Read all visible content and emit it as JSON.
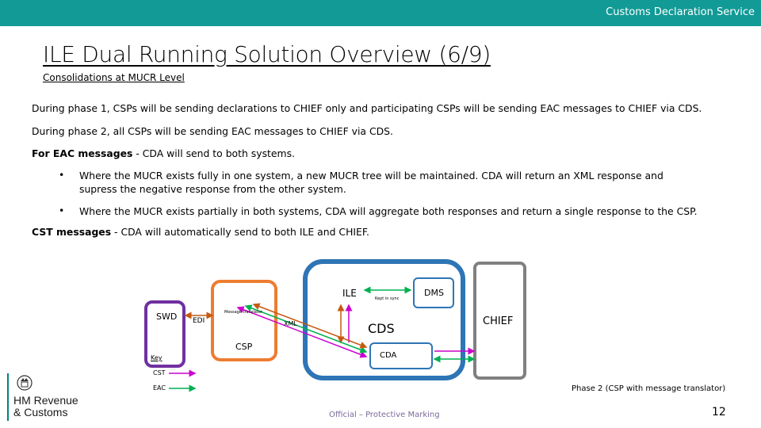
{
  "header": {
    "service_name": "Customs Declaration Service"
  },
  "title": "ILE Dual Running Solution Overview (6/9)",
  "subtitle": "Consolidations at MUCR Level",
  "body": {
    "para1": "During phase 1, CSPs will be sending declarations to CHIEF only and participating CSPs will be sending EAC messages to CHIEF via CDS.",
    "para2": "During phase 2, all CSPs will be sending EAC messages to CHIEF via CDS.",
    "eac_heading": "For EAC messages",
    "eac_rest": " - CDA will send to both systems.",
    "bullet_char": "•",
    "bullet1_line1": "Where the MUCR exists fully in one system, a new MUCR tree will be maintained. CDA will return an XML response and",
    "bullet1_line2": "supress the negative response from the other system.",
    "bullet2": "Where the MUCR exists partially in both systems, CDA will aggregate both responses and return a single response to the CSP.",
    "cst_heading": "CST messages",
    "cst_rest": " - CDA will automatically send to both ILE and CHIEF."
  },
  "diagram": {
    "ile": "ILE",
    "dms": "DMS",
    "kept_in_sync": "Kept in sync",
    "swd": "SWD",
    "edi": "EDI",
    "message_translator": "Message translator",
    "xml": "XML",
    "cds": "CDS",
    "chief": "CHIEF",
    "csp": "CSP",
    "cda": "CDA",
    "key": "Key",
    "cst": "CST",
    "eac": "EAC",
    "colors": {
      "cds_border": "#2e75b6",
      "csp_border": "#ed7d31",
      "swd_border": "#7030a0",
      "chief_border": "#808080",
      "cst_arrow": "#cc00cc",
      "eac_arrow": "#00b050",
      "xml_arrow": "#c55a11"
    }
  },
  "logo": {
    "line1": "HM Revenue",
    "line2": "& Customs",
    "crest": "royal-crest-icon"
  },
  "footer": {
    "phase2_note": "Phase 2 (CSP with message translator)",
    "marking": "Official – Protective Marking",
    "page_number": "12"
  }
}
